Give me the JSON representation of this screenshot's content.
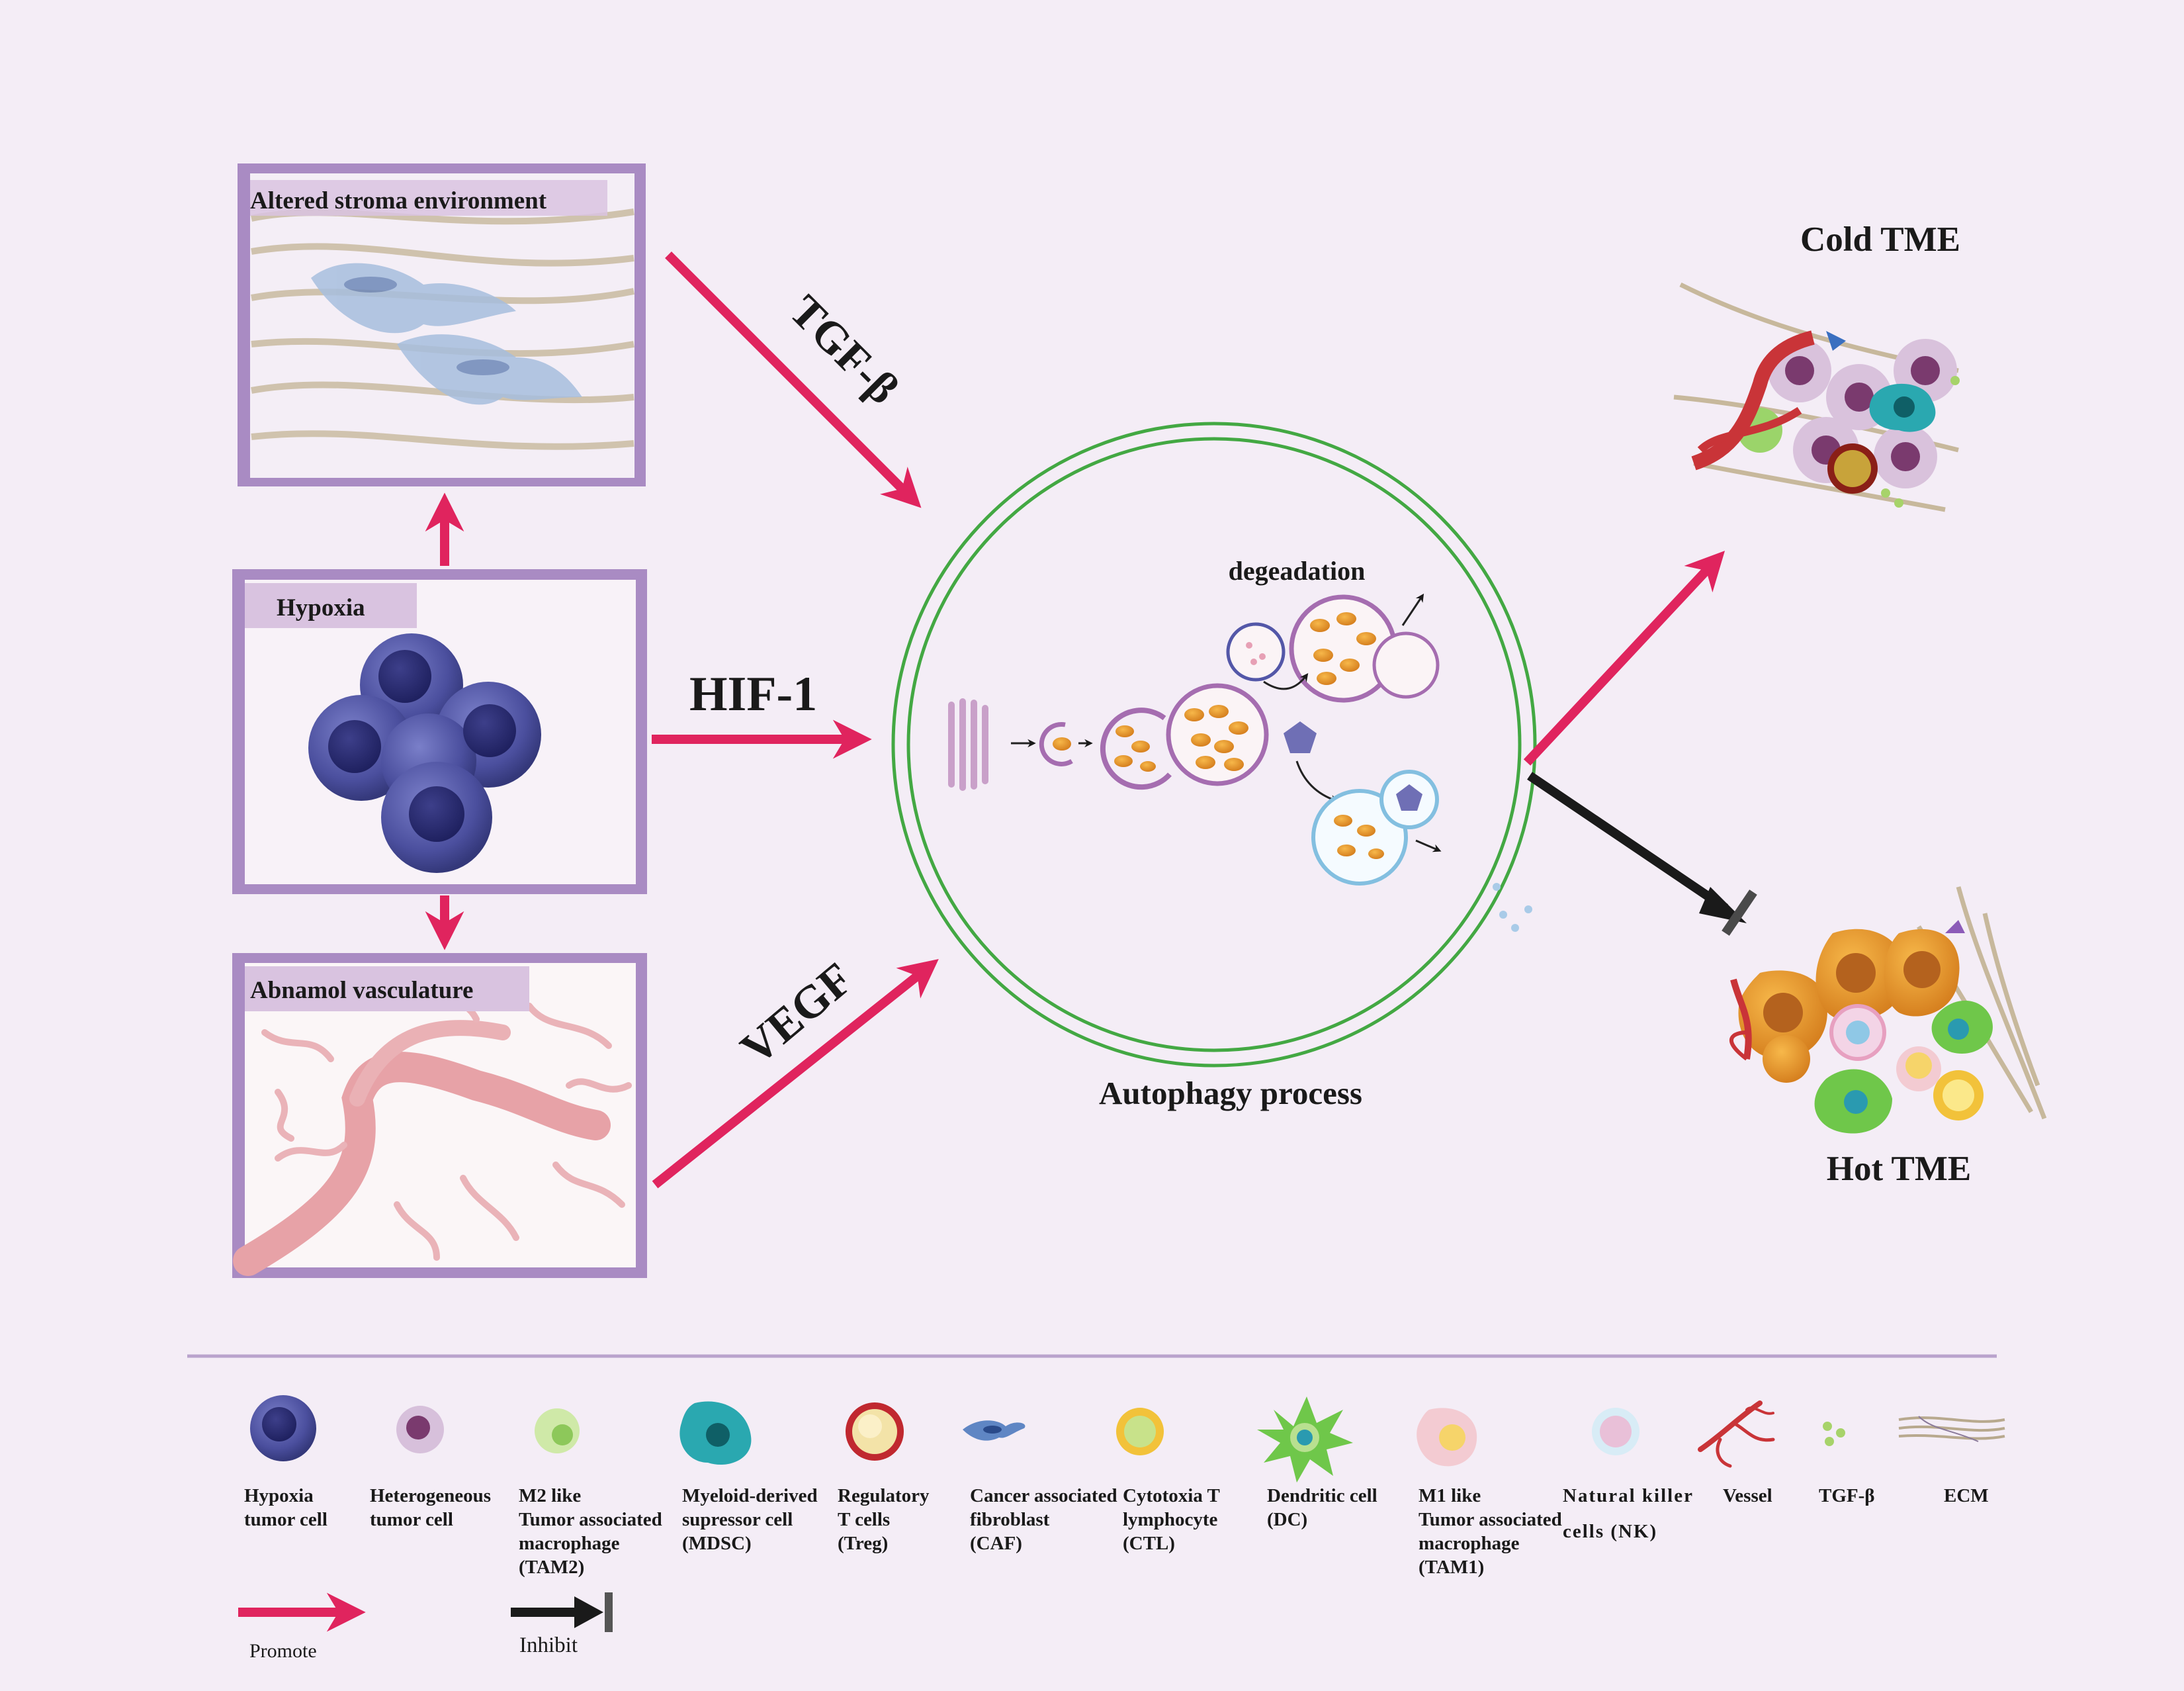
{
  "panels": {
    "stroma": "Altered stroma environment",
    "hypoxia": "Hypoxia",
    "vasculature": "Abnamol vasculature"
  },
  "arrows": {
    "tgf": "TGF-β",
    "hif": "HIF-1",
    "vegf": "VEGF"
  },
  "center": {
    "title": "Autophagy process",
    "degradation": "degeadation"
  },
  "outcomes": {
    "cold": "Cold  TME",
    "hot": "Hot TME"
  },
  "legend": {
    "items": [
      {
        "icon": "hypoxia-tumor-cell-icon",
        "lines": [
          "Hypoxia",
          "tumor cell"
        ]
      },
      {
        "icon": "heterogeneous-tumor-cell-icon",
        "lines": [
          "Heterogeneous",
          "tumor cell"
        ]
      },
      {
        "icon": "m2-macrophage-icon",
        "lines": [
          "M2 like",
          "Tumor associated",
          "macrophage",
          "(TAM2)"
        ]
      },
      {
        "icon": "mdsc-icon",
        "lines": [
          "Myeloid-derived",
          " supressor cell",
          "(MDSC)"
        ]
      },
      {
        "icon": "treg-icon",
        "lines": [
          "Regulatory",
          "T cells",
          "(Treg)"
        ]
      },
      {
        "icon": "caf-icon",
        "lines": [
          "Cancer associated",
          " fibroblast",
          "(CAF)"
        ]
      },
      {
        "icon": "ctl-icon",
        "lines": [
          "Cytotoxia T",
          "lymphocyte",
          "(CTL)"
        ]
      },
      {
        "icon": "dendritic-cell-icon",
        "lines": [
          "Dendritic cell",
          "(DC)"
        ]
      },
      {
        "icon": "m1-macrophage-icon",
        "lines": [
          "M1 like",
          "Tumor associated",
          "macrophage",
          "(TAM1)"
        ]
      },
      {
        "icon": "nk-cell-icon",
        "lines": [
          "Natural killer",
          "cells (NK)"
        ]
      },
      {
        "icon": "vessel-icon",
        "lines": [
          "Vessel"
        ]
      },
      {
        "icon": "tgf-beta-icon",
        "lines": [
          "TGF-β"
        ]
      },
      {
        "icon": "ecm-icon",
        "lines": [
          "ECM"
        ]
      }
    ],
    "promote": "Promote",
    "inhibit": "Inhibit"
  },
  "colors": {
    "background": "#f4edf6",
    "panel_border": "#a98bc3",
    "promote_arrow": "#e0245e",
    "inhibit_arrow": "#1a1a1a",
    "autophagy_ring": "#43a843"
  }
}
